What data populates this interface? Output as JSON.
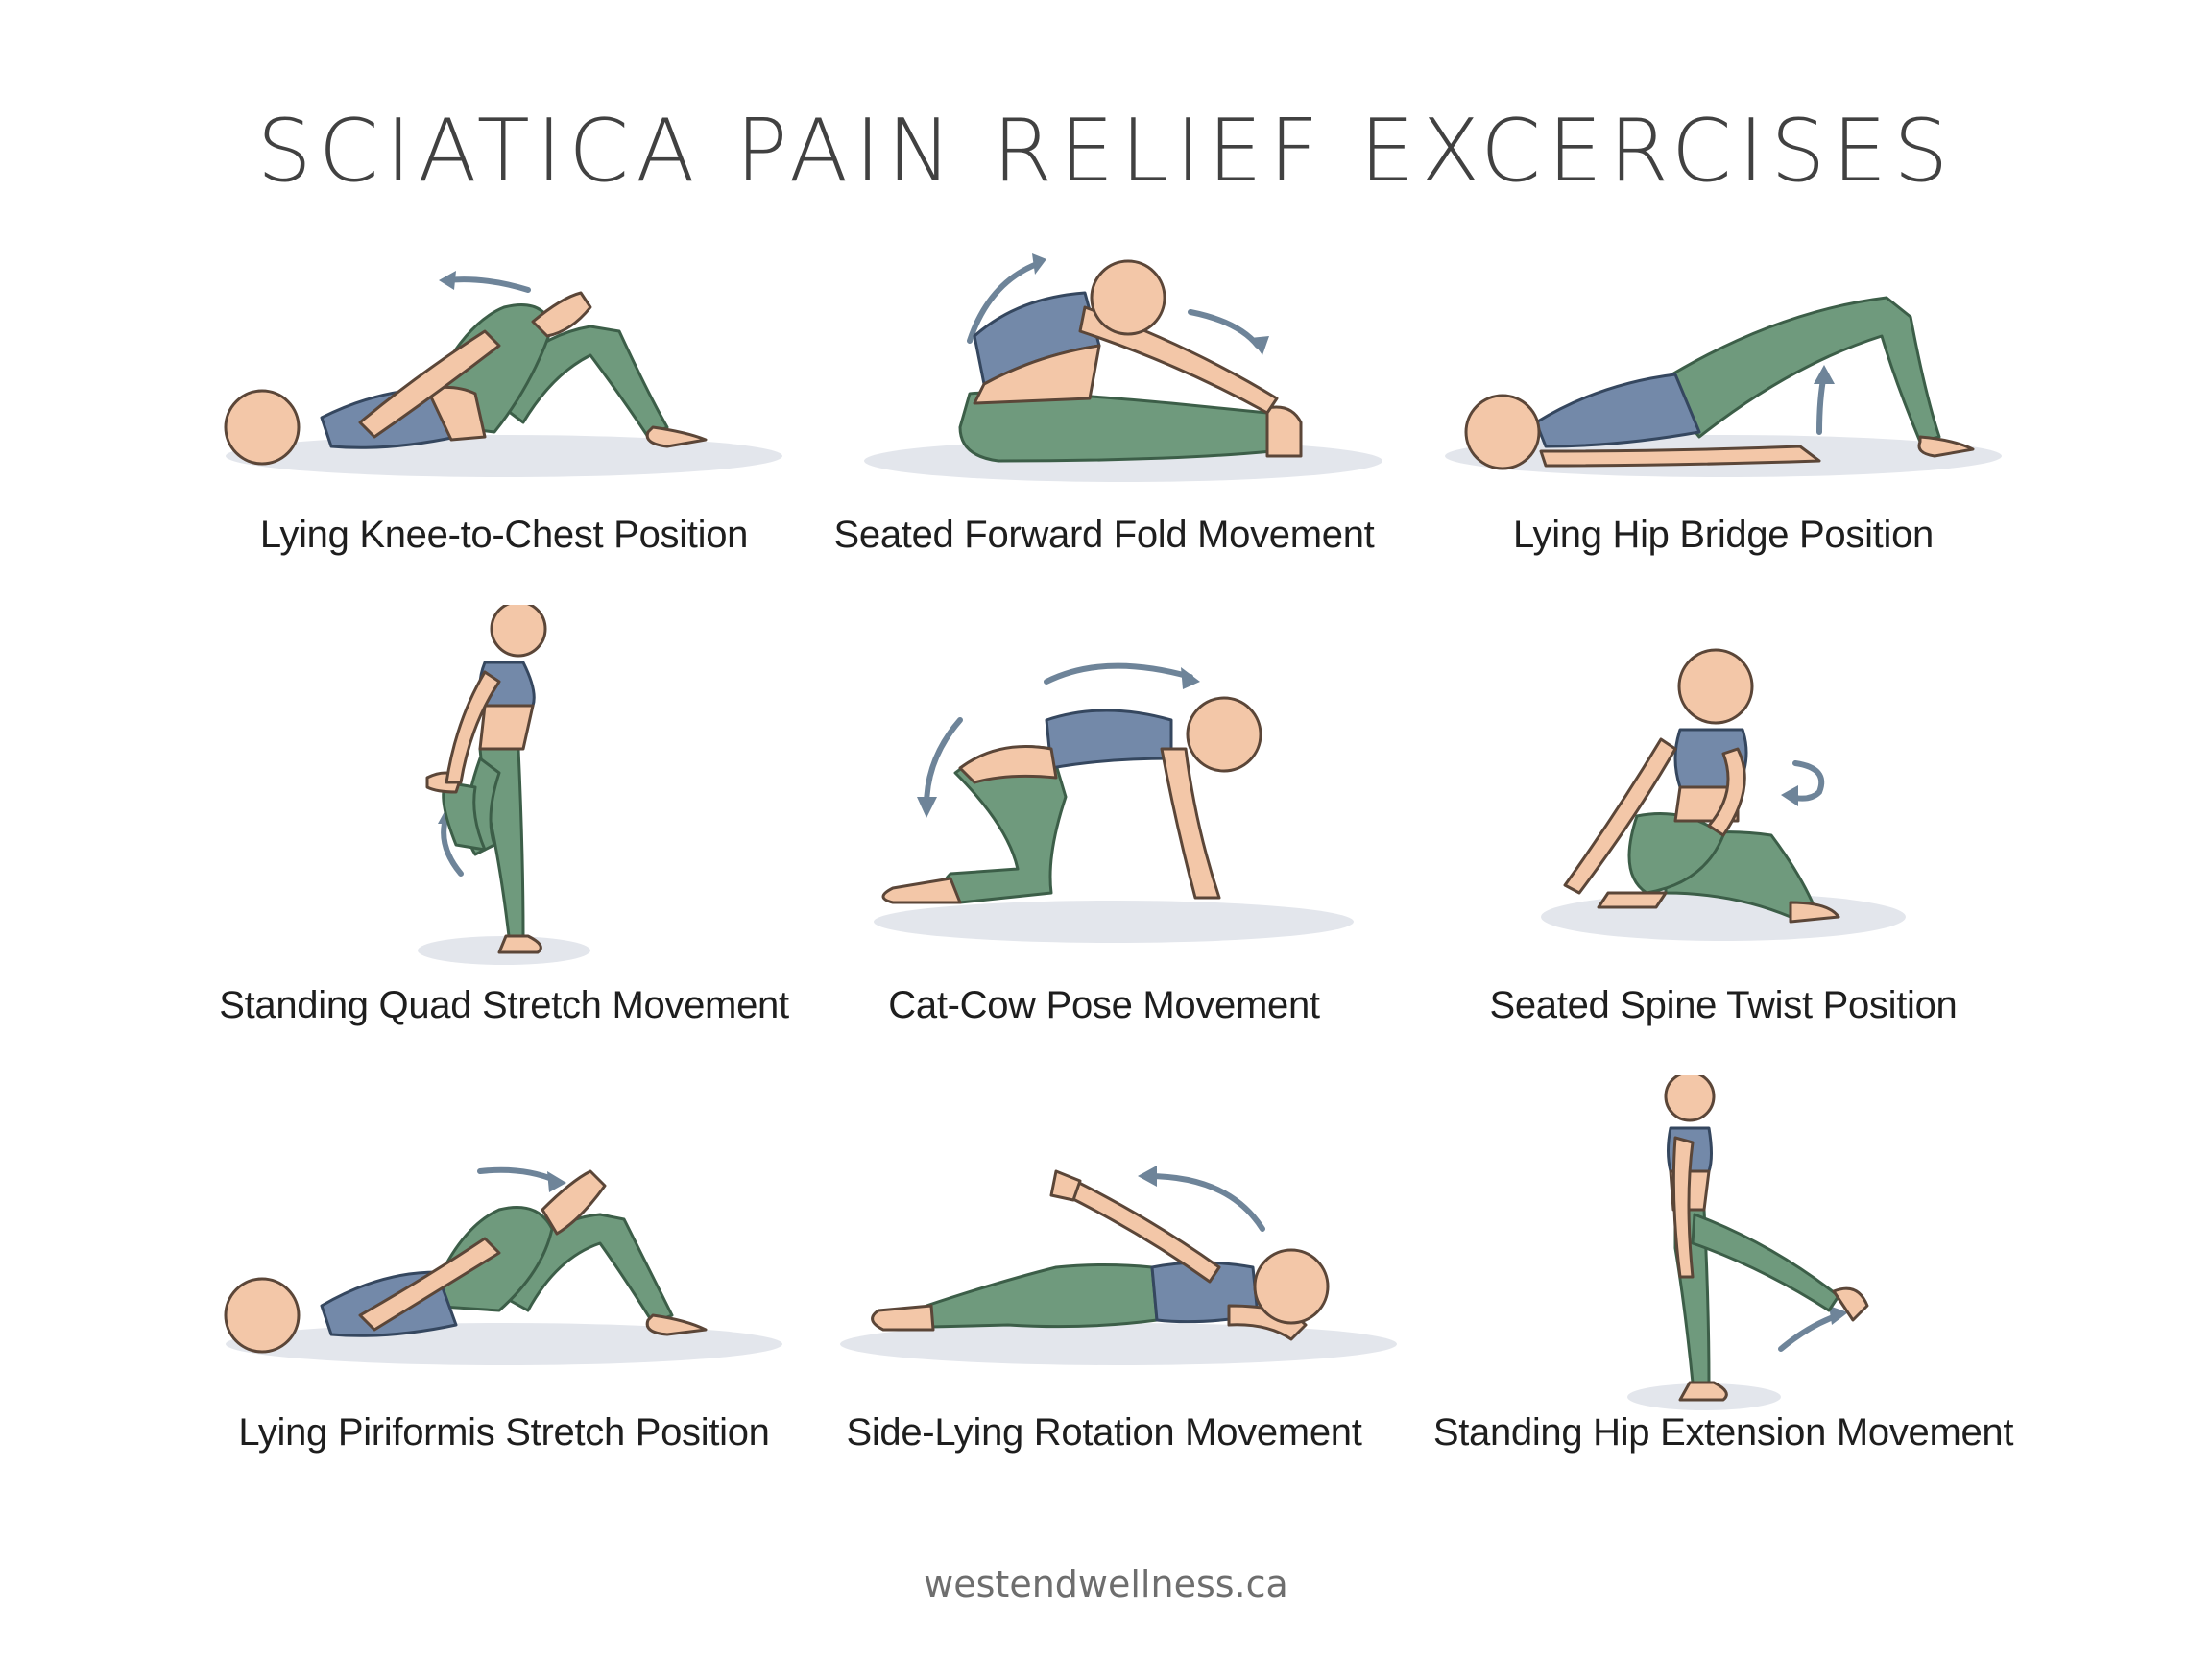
{
  "title": "SCIATICA PAIN RELIEF EXCERCISES",
  "exercises": [
    {
      "label": "Lying Knee-to-Chest Position",
      "icon": "knee-to-chest-figure"
    },
    {
      "label": "Seated Forward Fold Movement",
      "icon": "forward-fold-figure"
    },
    {
      "label": "Lying Hip Bridge Position",
      "icon": "hip-bridge-figure"
    },
    {
      "label": "Standing Quad Stretch Movement",
      "icon": "quad-stretch-figure"
    },
    {
      "label": "Cat-Cow Pose Movement",
      "icon": "cat-cow-figure"
    },
    {
      "label": "Seated Spine Twist Position",
      "icon": "spine-twist-figure"
    },
    {
      "label": "Lying Piriformis Stretch Position",
      "icon": "piriformis-stretch-figure"
    },
    {
      "label": "Side-Lying Rotation Movement",
      "icon": "side-lying-rotation-figure"
    },
    {
      "label": "Standing Hip Extension Movement",
      "icon": "hip-extension-figure"
    }
  ],
  "footer": "westendwellness.ca",
  "colors": {
    "skin": "#f3c7a8",
    "top": "#7389a9",
    "pants": "#6f9a7d",
    "arrow": "#6e8499",
    "text": "#1e1e1e",
    "title": "#414141"
  }
}
